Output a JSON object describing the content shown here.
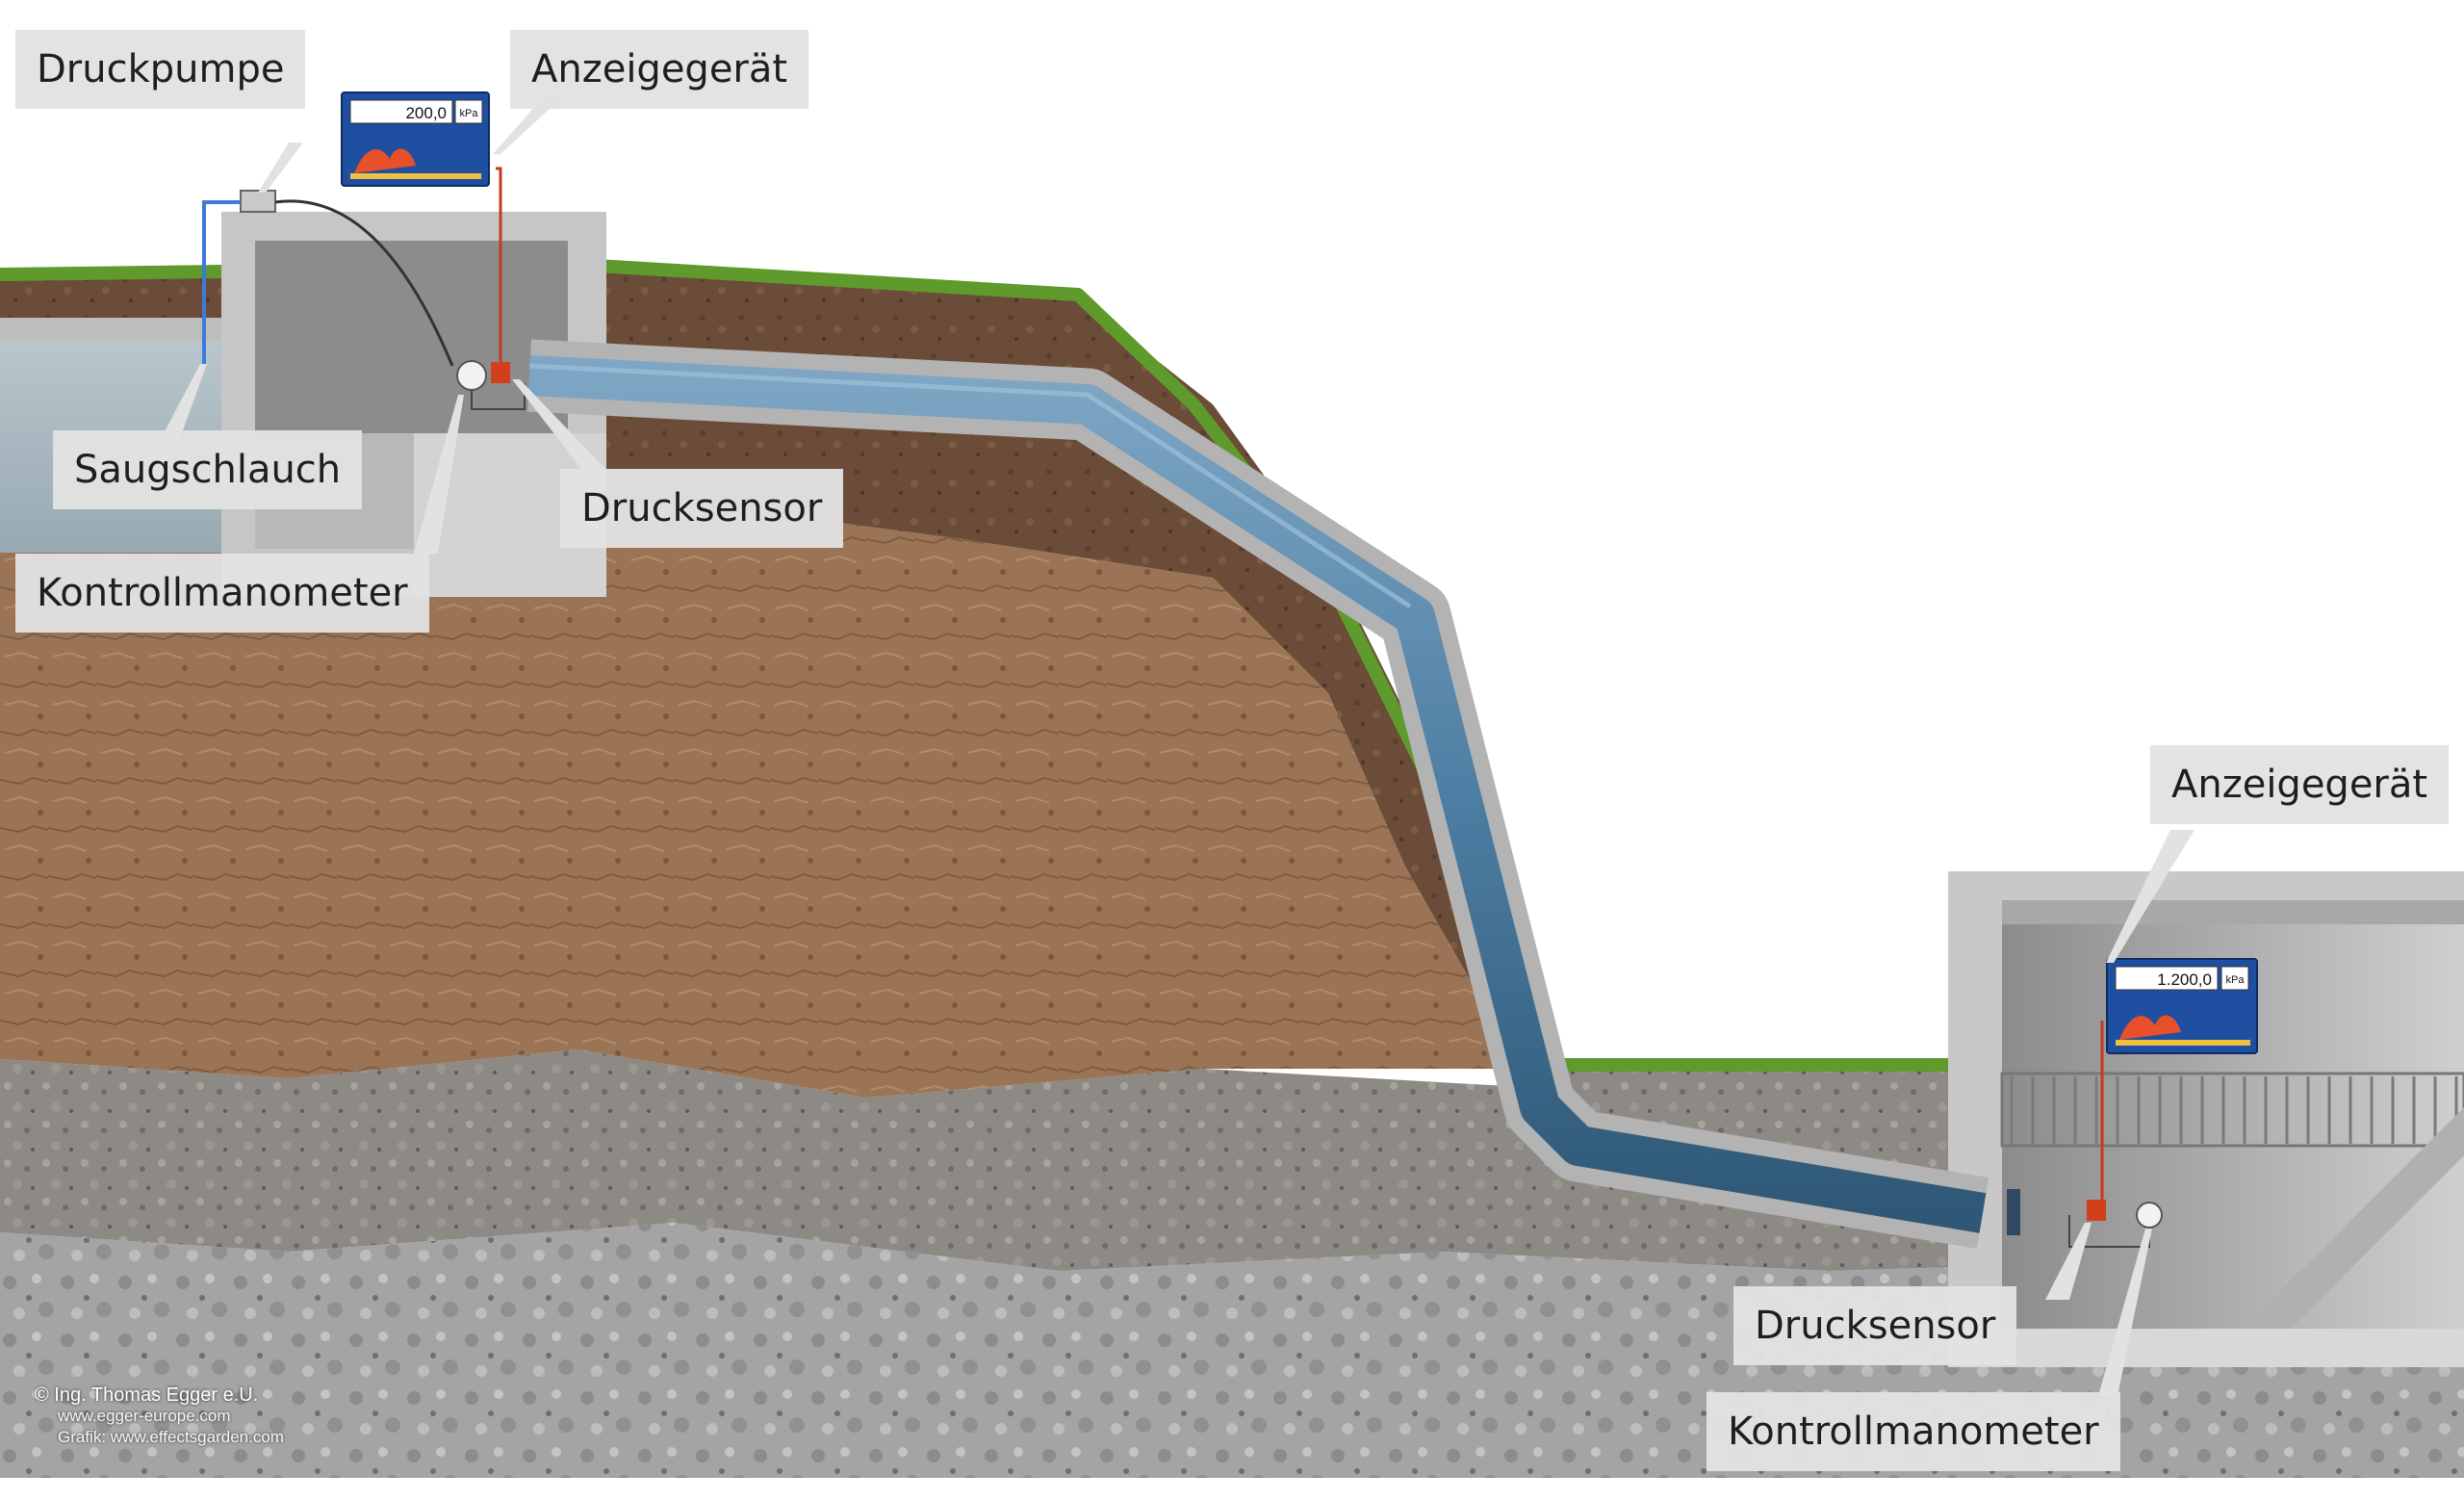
{
  "labels": {
    "druckpumpe": "Druckpumpe",
    "anzeigegeraet_top": "Anzeigegerät",
    "saugschlauch": "Saugschlauch",
    "drucksensor_top": "Drucksensor",
    "kontrollmanometer_top": "Kontrollmanometer",
    "anzeigegeraet_bottom": "Anzeigegerät",
    "drucksensor_bottom": "Drucksensor",
    "kontrollmanometer_bottom": "Kontrollmanometer"
  },
  "display_top": {
    "value": "200,0",
    "unit": "kPa"
  },
  "display_bottom": {
    "value": "1.200,0",
    "unit": "kPa"
  },
  "copyright": {
    "line1": "© Ing. Thomas Egger e.U.",
    "line2": "www.egger-europe.com",
    "line3": "Grafik: www.effectsgarden.com"
  },
  "colors": {
    "grass": "#5f9a2c",
    "topsoil": "#6a4a35",
    "clay": "#9b7556",
    "gravel": "#8e8a84",
    "rock": "#a8a8a8",
    "concrete": "#c9c9c9",
    "water": "#a9b7bf",
    "pipe": "#4e7fa3",
    "display_blue": "#1f4fa0",
    "sensor_red": "#d1401a"
  }
}
